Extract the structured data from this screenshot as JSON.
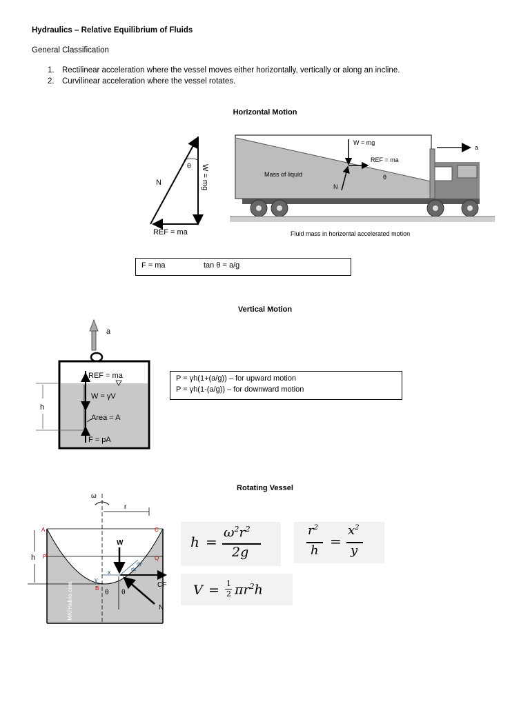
{
  "header": {
    "title": "Hydraulics – Relative Equilibrium of Fluids",
    "classification_heading": "General Classification"
  },
  "classification": [
    {
      "num": "1.",
      "text": "Rectilinear acceleration where the vessel moves either horizontally, vertically or along an incline."
    },
    {
      "num": "2.",
      "text": "Curvilinear acceleration where the vessel rotates."
    }
  ],
  "horizontal": {
    "heading": "Horizontal Motion",
    "triangle_labels": {
      "theta": "θ",
      "weight": "W = mg",
      "normal": "N",
      "ref": "REF = ma"
    },
    "truck_labels": {
      "weight": "W = mg",
      "ref": "REF = ma",
      "mass": "Mass of liquid",
      "normal": "N",
      "theta": "θ",
      "accel": "a"
    },
    "caption": "Fluid mass in horizontal accelerated motion",
    "formula_box": {
      "f1": "F = ma",
      "f2": "tan θ = a/g"
    }
  },
  "vertical": {
    "heading": "Vertical Motion",
    "labels": {
      "accel": "a",
      "ref": "REF = ma",
      "weight": "W = γV",
      "area": "Area = A",
      "force": "F = pA",
      "h": "h"
    },
    "formulas": [
      "P = γh(1+(a/g)) – for upward motion",
      "P = γh(1-(a/g)) – for downward motion"
    ]
  },
  "rotating": {
    "heading": "Rotating Vessel",
    "labels": {
      "omega": "ω",
      "r": "r",
      "A": "A",
      "C": "C",
      "P": "P",
      "Q": "Q",
      "B": "B",
      "h": "h",
      "W": "W",
      "CF": "CF",
      "N": "N",
      "x": "x",
      "y": "y",
      "dy": "dy",
      "dx": "dx",
      "theta": "θ",
      "watermark": "MATHalino.com"
    },
    "formula_h": {
      "lhs": "h",
      "eq": "=",
      "num_base": "ω",
      "num_exp1": "2",
      "num_r": "r",
      "num_exp2": "2",
      "den": "2g"
    },
    "formula_ratio": {
      "num1_base": "r",
      "num1_exp": "2",
      "den1": "h",
      "eq": "=",
      "num2_base": "x",
      "num2_exp": "2",
      "den2": "y"
    },
    "formula_v": {
      "lhs": "V",
      "eq": "=",
      "frac_num": "1",
      "frac_den": "2",
      "rest": "πr",
      "exp": "2",
      "h": "h"
    }
  }
}
